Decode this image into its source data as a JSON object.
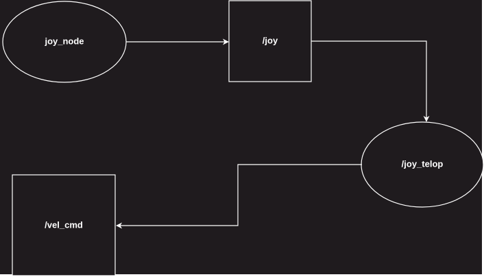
{
  "diagram": {
    "background": "#1f1b1e",
    "stroke_color": "#ffffff",
    "text_color": "#ffffff",
    "nodes": {
      "joy_node": {
        "label": "joy_node",
        "shape": "ellipse"
      },
      "joy_topic": {
        "label": "/joy",
        "shape": "rectangle"
      },
      "joy_telop": {
        "label": "/joy_telop",
        "shape": "ellipse"
      },
      "vel_cmd": {
        "label": "/vel_cmd",
        "shape": "rectangle"
      }
    },
    "edges": [
      {
        "from": "joy_node",
        "to": "joy_topic"
      },
      {
        "from": "joy_topic",
        "to": "joy_telop"
      },
      {
        "from": "joy_telop",
        "to": "vel_cmd"
      }
    ]
  }
}
